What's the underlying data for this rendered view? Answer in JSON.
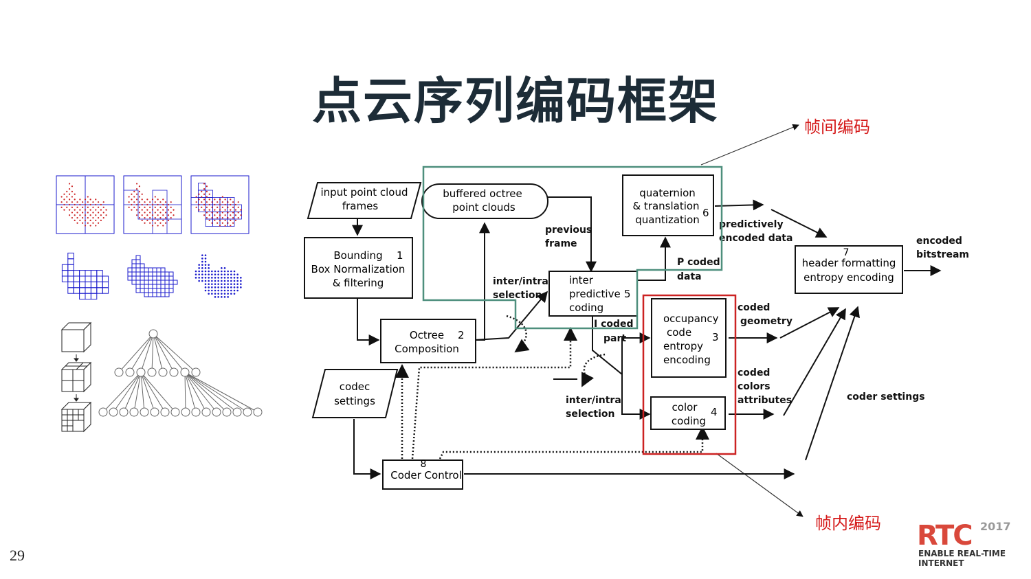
{
  "slide": {
    "title": "点云序列编码框架",
    "page_number": "29",
    "annotation_inter": "帧间编码",
    "annotation_intra": "帧内编码"
  },
  "logo": {
    "main": "RTC",
    "year": "2017",
    "tagline": "ENABLE REAL-TIME INTERNET"
  },
  "colors": {
    "title": "#1d2c37",
    "annotation": "#d51a1a",
    "inter_box": "#4e8f7d",
    "intra_box": "#cc2222",
    "octree_cells": "#1a1acc",
    "bunny_points": "#cc2222"
  },
  "diagram": {
    "blocks": {
      "input": [
        "input point cloud",
        "frames"
      ],
      "bounding": [
        "Bounding",
        "Box Normalization",
        "& filtering"
      ],
      "bounding_num": "1",
      "octree": [
        "Octree",
        "Composition"
      ],
      "octree_num": "2",
      "codec": [
        "codec",
        "settings"
      ],
      "coder_control": "Coder Control",
      "coder_control_num": "8",
      "buffered": [
        "buffered octree",
        "point clouds"
      ],
      "inter_pred": [
        "inter",
        "predictive",
        "coding"
      ],
      "inter_pred_num": "5",
      "quaternion": [
        "quaternion",
        "& translation",
        "quantization"
      ],
      "quaternion_num": "6",
      "occupancy": [
        "occupancy",
        "code",
        "entropy",
        "encoding"
      ],
      "occupancy_num": "3",
      "color": [
        "color",
        "coding"
      ],
      "color_num": "4",
      "header": [
        "header formatting",
        "entropy encoding"
      ],
      "header_num": "7"
    },
    "labels": {
      "previous_frame": [
        "previous",
        "frame"
      ],
      "inter_intra_top": [
        "inter/intra",
        "selection"
      ],
      "inter_intra_bottom": [
        "inter/intra",
        "selection"
      ],
      "p_coded": [
        "P coded",
        "data"
      ],
      "i_coded": [
        "I coded",
        "part"
      ],
      "predictively": [
        "predictively",
        "encoded data"
      ],
      "coded_geometry": [
        "coded",
        "geometry"
      ],
      "coded_colors": [
        "coded",
        "colors",
        "attributes"
      ],
      "encoded_bitstream": [
        "encoded",
        "bitstream"
      ],
      "coder_settings": "coder settings"
    }
  }
}
